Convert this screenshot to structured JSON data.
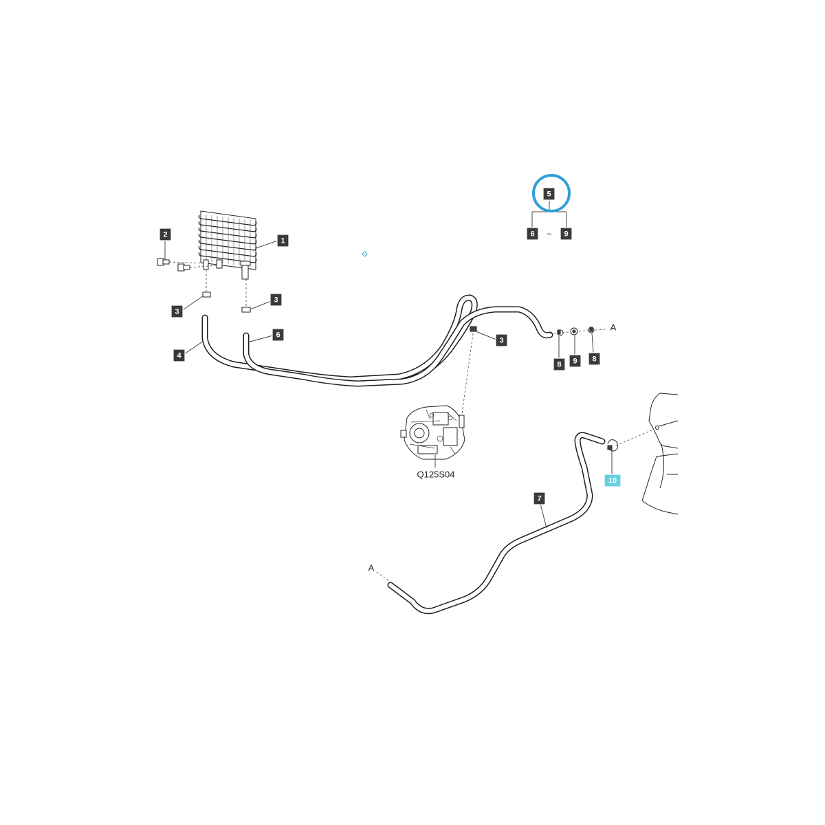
{
  "diagram": {
    "accent_color": "#2f9fd8",
    "highlight_color": "#66cfe0",
    "callouts": {
      "c1": "1",
      "c2": "2",
      "c3a": "3",
      "c3b": "3",
      "c3c": "3",
      "c4": "4",
      "c5": "5",
      "c6a": "6",
      "c6b": "6",
      "c7": "7",
      "c8a": "8",
      "c8b": "8",
      "c9a": "9",
      "c9b": "9",
      "c10": "10"
    },
    "range_separator": "~",
    "connection_marker_a1": "A",
    "connection_marker_a2": "A",
    "component_code": "Q125S04"
  }
}
